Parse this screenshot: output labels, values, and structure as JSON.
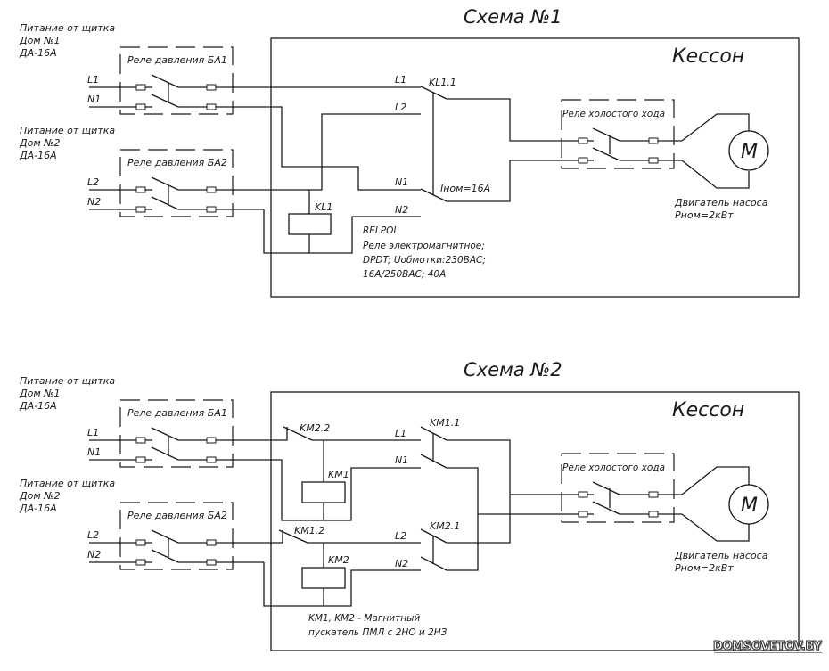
{
  "scheme1": {
    "title": "Схема №1",
    "enclosure_label": "Кессон",
    "supply1": {
      "line1": "Питание от щитка",
      "line2": "Дом №1",
      "line3": "ДА-16А",
      "phase": "L1",
      "neutral": "N1"
    },
    "supply2": {
      "line1": "Питание от щитка",
      "line2": "Дом №2",
      "line3": "ДА-16А",
      "phase": "L2",
      "neutral": "N2"
    },
    "pressure_relay1": "Реле давления БА1",
    "pressure_relay2": "Реле давления БА2",
    "wire_labels": {
      "l1": "L1",
      "l2": "L2",
      "n1": "N1",
      "n2": "N2"
    },
    "contact_label": "KL1.1",
    "current_label": "Iном=16А",
    "coil_label": "KL1",
    "relay_note": [
      "RELPOL",
      "Реле электромагнитное;",
      "DPDT; Uобмотки:230ВАС;",
      "16А/250ВАС; 40А"
    ],
    "idle_relay": "Реле холостого хода",
    "motor_symbol": "M",
    "motor_note": [
      "Двигатель насоса",
      "Рном=2кВт"
    ]
  },
  "scheme2": {
    "title": "Схема №2",
    "enclosure_label": "Кессон",
    "supply1": {
      "line1": "Питание от щитка",
      "line2": "Дом №1",
      "line3": "ДА-16А",
      "phase": "L1",
      "neutral": "N1"
    },
    "supply2": {
      "line1": "Питание от щитка",
      "line2": "Дом №2",
      "line3": "ДА-16А",
      "phase": "L2",
      "neutral": "N2"
    },
    "pressure_relay1": "Реле давления БА1",
    "pressure_relay2": "Реле давления БА2",
    "wire_labels": {
      "l1": "L1",
      "n1": "N1",
      "l2": "L2",
      "n2": "N2"
    },
    "contacts": {
      "km22": "KM2.2",
      "km12": "KM1.2",
      "km11": "KM1.1",
      "km21": "KM2.1"
    },
    "coils": {
      "km1": "KM1",
      "km2": "KM2"
    },
    "starter_note": [
      "KM1, KM2 - Магнитный",
      "пускатель ПМЛ с 2НО и 2НЗ"
    ],
    "idle_relay": "Реле холостого хода",
    "motor_symbol": "M",
    "motor_note": [
      "Двигатель насоса",
      "Рном=2кВт"
    ]
  },
  "watermark": "DOMSOVETOV.BY"
}
